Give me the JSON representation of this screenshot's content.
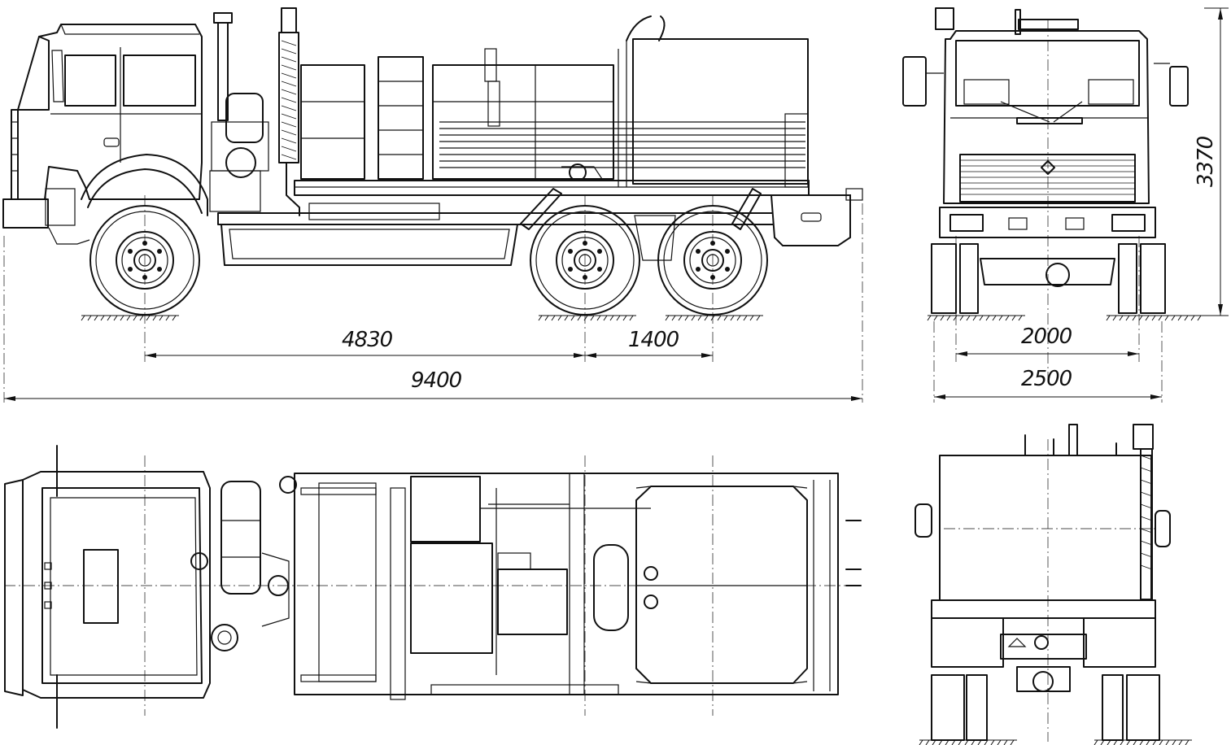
{
  "views": {
    "side": "side-view",
    "front": "front-view",
    "top": "top-view",
    "rear": "rear-view"
  },
  "dimensions": {
    "wheelbase_front_to_rear": "4830",
    "rear_axle_spacing": "1400",
    "overall_length": "9400",
    "track_width": "2000",
    "overall_width": "2500",
    "overall_height": "3370"
  }
}
